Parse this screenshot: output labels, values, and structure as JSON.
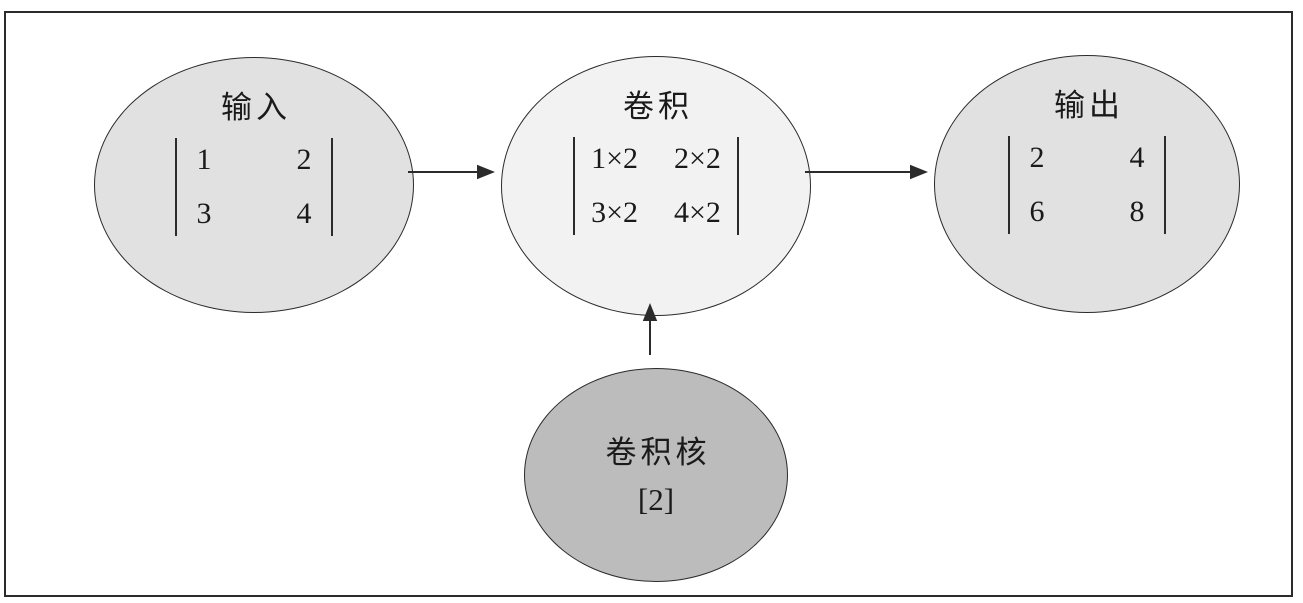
{
  "diagram": {
    "description_type": "flowchart",
    "nodes": {
      "input": {
        "title": "输入",
        "matrix": [
          [
            "1",
            "2"
          ],
          [
            "3",
            "4"
          ]
        ],
        "fill": "#e1e1e1"
      },
      "convolution": {
        "title": "卷积",
        "matrix": [
          [
            "1×2",
            "2×2"
          ],
          [
            "3×2",
            "4×2"
          ]
        ],
        "fill": "#f2f2f2"
      },
      "output": {
        "title": "输出",
        "matrix": [
          [
            "2",
            "4"
          ],
          [
            "6",
            "8"
          ]
        ],
        "fill": "#e1e1e1"
      },
      "kernel": {
        "title": "卷积核",
        "value": "[2]",
        "fill": "#bcbcbc"
      }
    },
    "edges": [
      {
        "from": "input",
        "to": "convolution",
        "direction": "right"
      },
      {
        "from": "convolution",
        "to": "output",
        "direction": "right"
      },
      {
        "from": "kernel",
        "to": "convolution",
        "direction": "up"
      }
    ],
    "colors": {
      "stroke": "#2b2b2b",
      "text": "#1a1a1a",
      "background": "#ffffff"
    }
  }
}
